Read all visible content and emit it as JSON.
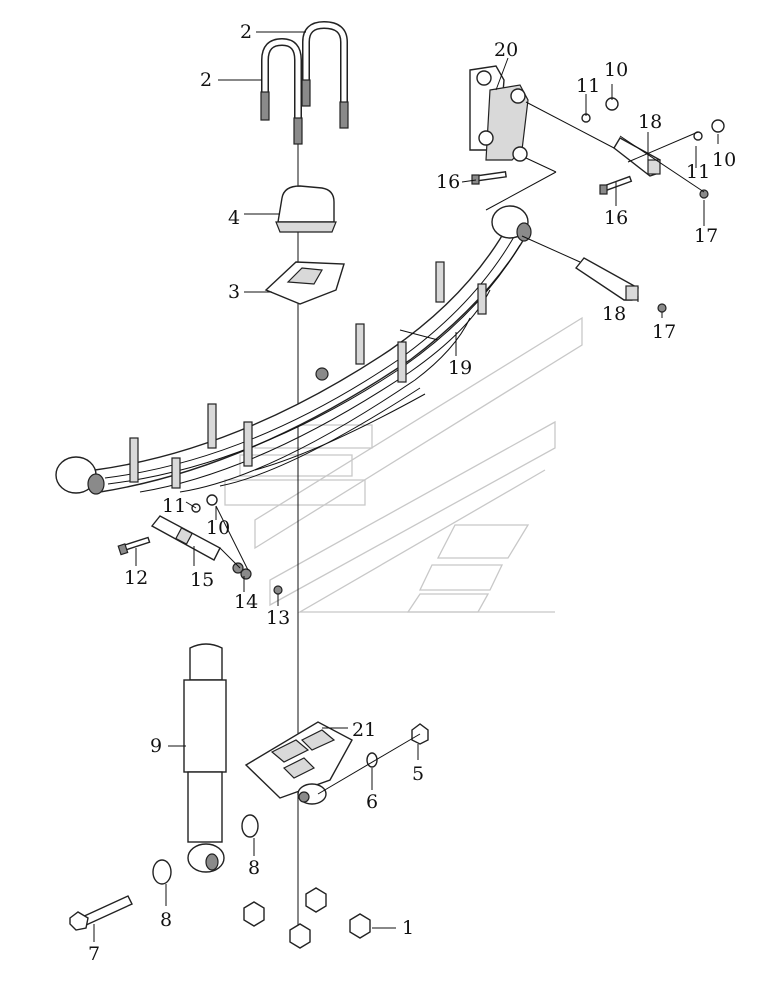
{
  "diagram": {
    "callouts": {
      "c1": "1",
      "c2a": "2",
      "c2b": "2",
      "c3": "3",
      "c4": "4",
      "c5": "5",
      "c6": "6",
      "c7": "7",
      "c8a": "8",
      "c8b": "8",
      "c9": "9",
      "c10a": "10",
      "c10b": "10",
      "c10c": "10",
      "c11a": "11",
      "c11b": "11",
      "c11c": "11",
      "c12": "12",
      "c13": "13",
      "c14": "14",
      "c15": "15",
      "c16a": "16",
      "c16b": "16",
      "c17a": "17",
      "c17b": "17",
      "c18a": "18",
      "c18b": "18",
      "c19": "19",
      "c20": "20",
      "c21": "21"
    }
  }
}
